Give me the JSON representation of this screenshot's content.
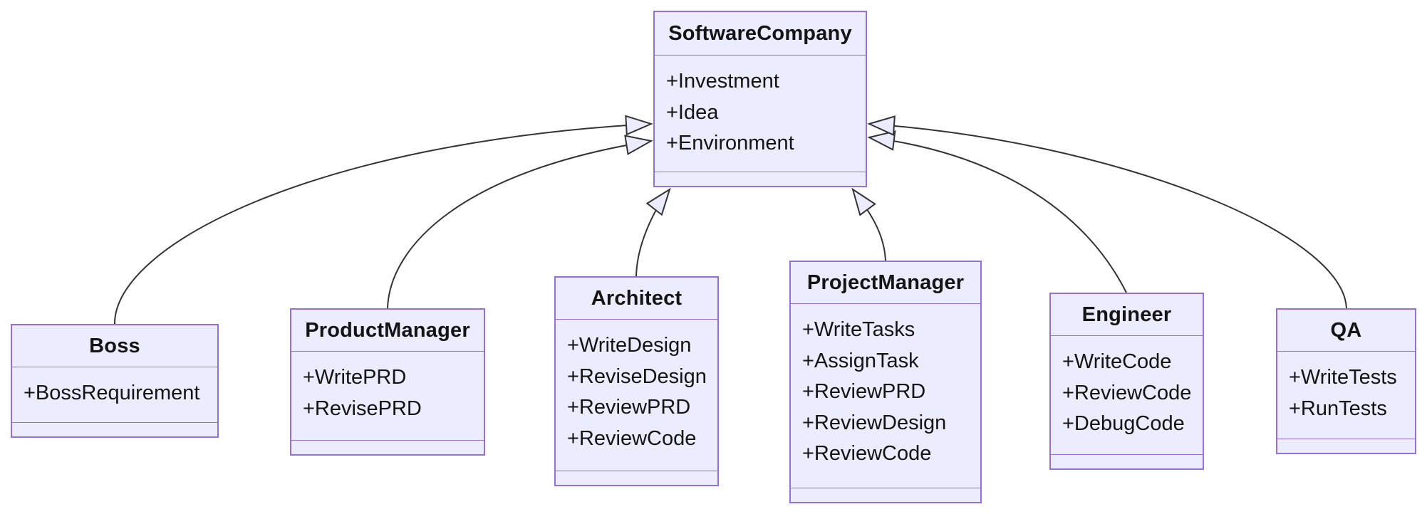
{
  "diagram": {
    "kind": "uml-class-diagram",
    "background_color": "#ffffff",
    "node_fill_color": "#ECECFF",
    "node_border_color": "#9370DB",
    "edge_color": "#333333",
    "text_color": "#141414",
    "relation_type": "inheritance (hollow triangle arrowhead)"
  },
  "classes": [
    {
      "name": "SoftwareCompany",
      "attributes": [
        "+Investment",
        "+Idea",
        "+Environment"
      ]
    },
    {
      "name": "Boss",
      "attributes": [
        "+BossRequirement"
      ]
    },
    {
      "name": "ProductManager",
      "attributes": [
        "+WritePRD",
        "+RevisePRD"
      ]
    },
    {
      "name": "Architect",
      "attributes": [
        "+WriteDesign",
        "+ReviseDesign",
        "+ReviewPRD",
        "+ReviewCode"
      ]
    },
    {
      "name": "ProjectManager",
      "attributes": [
        "+WriteTasks",
        "+AssignTask",
        "+ReviewPRD",
        "+ReviewDesign",
        "+ReviewCode"
      ]
    },
    {
      "name": "Engineer",
      "attributes": [
        "+WriteCode",
        "+ReviewCode",
        "+DebugCode"
      ]
    },
    {
      "name": "QA",
      "attributes": [
        "+WriteTests",
        "+RunTests"
      ]
    }
  ],
  "relations": [
    {
      "from": "Boss",
      "to": "SoftwareCompany",
      "type": "inheritance"
    },
    {
      "from": "ProductManager",
      "to": "SoftwareCompany",
      "type": "inheritance"
    },
    {
      "from": "Architect",
      "to": "SoftwareCompany",
      "type": "inheritance"
    },
    {
      "from": "ProjectManager",
      "to": "SoftwareCompany",
      "type": "inheritance"
    },
    {
      "from": "Engineer",
      "to": "SoftwareCompany",
      "type": "inheritance"
    },
    {
      "from": "QA",
      "to": "SoftwareCompany",
      "type": "inheritance"
    }
  ]
}
